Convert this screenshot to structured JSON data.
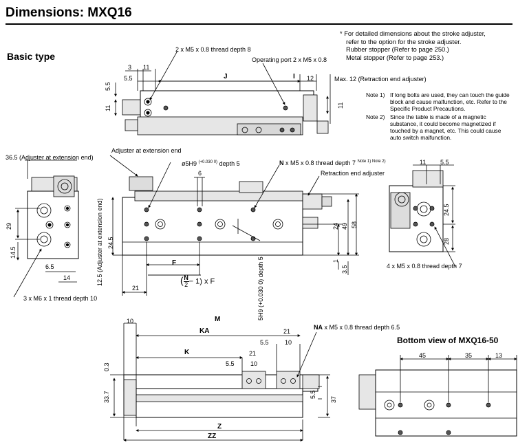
{
  "header": {
    "title": "Dimensions: MXQ16"
  },
  "section_title": "Basic type",
  "bottom_view_title": "Bottom view of MXQ16-50",
  "adjuster_notes": [
    "* For detailed dimensions about the stroke adjuster,",
    "refer to the option for the stroke adjuster.",
    "Rubber stopper (Refer to page 250.)",
    "Metal stopper (Refer to page 253.)"
  ],
  "numbered_notes": [
    {
      "label": "Note 1)",
      "text": "If long bolts are used, they can touch the guide block and cause malfunction, etc. Refer to the Specific Product Precautions."
    },
    {
      "label": "Note 2)",
      "text": "Since the table is made of a magnetic substance, it could become magnetized if touched by a magnet, etc. This could cause auto switch malfunction."
    }
  ],
  "labels": {
    "thread_top": "2 x M5 x 0.8 thread depth 8",
    "operating_port": "Operating port 2 x M5 x 0.8",
    "max12": "Max. 12 (Retraction end adjuster)",
    "d3": "3",
    "d11a": "11",
    "d5_5a": "5.5",
    "dJ": "J",
    "dI": "I",
    "d12": "12",
    "d5_5v": "5.5",
    "d11v": "11",
    "d11r": "11",
    "adj_ext_label": "36.5 (Adjuster at extension end)",
    "adj_ext_end": "Adjuster at extension end",
    "phi5h9": "ø5H9",
    "phi5h9_tol": "(+0.030 0)",
    "depth5": "depth 5",
    "n_thread_pre": "N",
    "n_thread_post": " x M5 x 0.8 thread depth 7",
    "n_thread_note": "Note 1) Note 2)",
    "retraction_adj": "Retraction end adjuster",
    "d6": "6",
    "d29": "29",
    "d14_5": "14.5",
    "d6_5": "6.5",
    "d14": "14",
    "m6_thread": "3 x M6 x 1 thread depth 10",
    "adj_ext_vert": "12.5 (Adjuster at extension end)",
    "d24_5": "24.5",
    "dF": "F",
    "d21": "21",
    "nf_formula_n": "N",
    "nf_formula_d": "2",
    "nf_formula_rest": "− 1) x F",
    "slot_depth": "5H9 (+0.030 0) depth 5",
    "d24": "24",
    "d49": "49",
    "d58": "58",
    "d1": "1",
    "d3_5": "3.5",
    "side_11": "11",
    "side_5_5": "5.5",
    "side_24_5": "24.5",
    "side_28": "28",
    "side_thread": "4 x M5 x 0.8 thread depth 7",
    "b_10": "10",
    "b_M": "M",
    "b_KA": "KA",
    "b_21a": "21",
    "b_5_5a": "5.5",
    "b_10a": "10",
    "b_K": "K",
    "b_21b": "21",
    "b_5_5b": "5.5",
    "b_10b": "10",
    "b_0_3": "0.3",
    "b_33_7": "33.7",
    "b_5_5v": "5.5",
    "b_37": "37",
    "b_Z": "Z",
    "b_ZZ": "ZZ",
    "na_pre": "NA",
    "na_post": " x M5 x 0.8 thread depth 6.5",
    "bv_45": "45",
    "bv_35": "35",
    "bv_13": "13"
  }
}
